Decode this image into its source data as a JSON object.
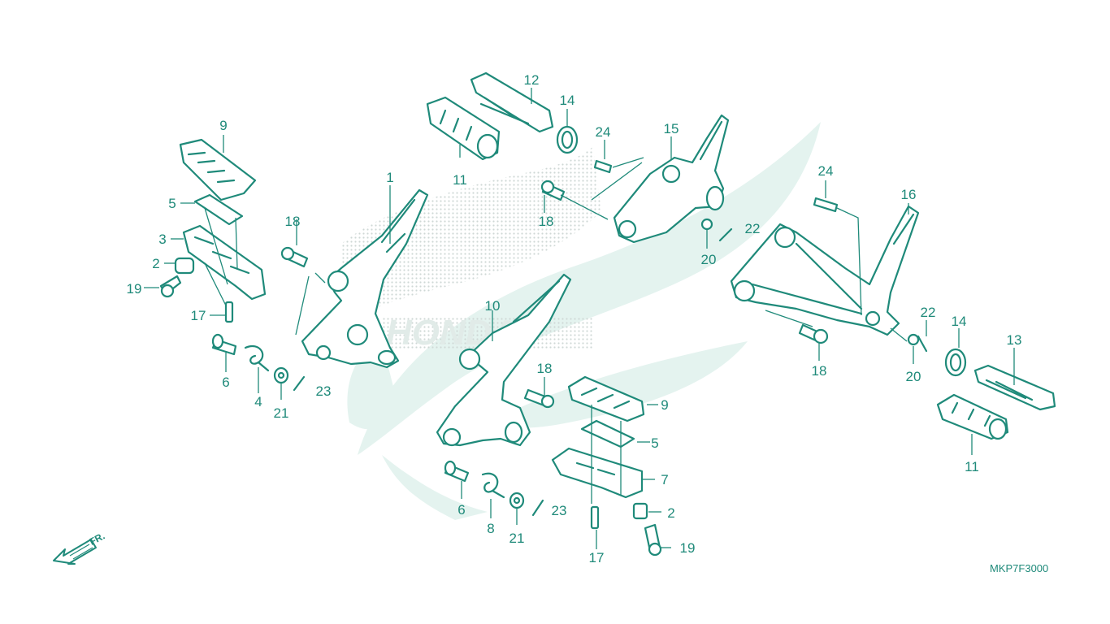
{
  "diagram": {
    "code": "MKP7F3000",
    "fr_label": "FR.",
    "watermark_text": "HONDA",
    "colors": {
      "line": "#1f8a7a",
      "watermark": "#e4f3ef",
      "background": "#ffffff"
    },
    "callouts": {
      "c1": "1",
      "c2a": "2",
      "c2b": "2",
      "c3": "3",
      "c4": "4",
      "c5a": "5",
      "c5b": "5",
      "c6a": "6",
      "c6b": "6",
      "c7": "7",
      "c8": "8",
      "c9a": "9",
      "c9b": "9",
      "c10": "10",
      "c11a": "11",
      "c11b": "11",
      "c12": "12",
      "c13": "13",
      "c14a": "14",
      "c14b": "14",
      "c15": "15",
      "c16": "16",
      "c17a": "17",
      "c17b": "17",
      "c18a": "18",
      "c18b": "18",
      "c18c": "18",
      "c18d": "18",
      "c19a": "19",
      "c19b": "19",
      "c20a": "20",
      "c20b": "20",
      "c21a": "21",
      "c21b": "21",
      "c22a": "22",
      "c22b": "22",
      "c23a": "23",
      "c23b": "23",
      "c24a": "24",
      "c24b": "24"
    }
  }
}
